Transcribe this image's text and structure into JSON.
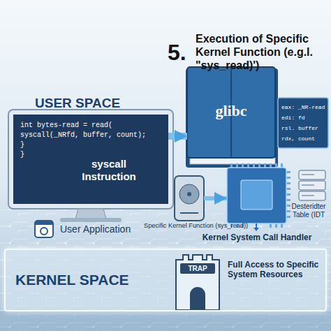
{
  "diagram": {
    "title": "Execution of Specific Kernel Function (e.g.l. \"sys_read)')",
    "nodes": [
      {
        "text": [
          "int bytes-read = read(",
          "syscall(_NRfd, buffer, count);",
          "}",
          "}",
          "syscall Instruction"
        ]
      },
      {
        "text": [
          "glibc"
        ]
      },
      {
        "text": [
          "eax: _NR-read",
          "edi: fd",
          "rsl. buffer",
          "rdx, count"
        ]
      },
      {
        "text": [
          "Specific Kernel Function (sys_read))"
        ]
      },
      {
        "text": [
          "Kernel System Call Handler"
        ]
      },
      {
        "text": [
          "Desteridter Table (IDT"
        ]
      },
      {
        "text": [
          "KERNEL SPACE",
          "Full Access to Specific System Resources"
        ]
      },
      {
        "text": [
          "TRAP"
        ],
        "in": 6
      }
    ],
    "edges": [
      {
        "from": 0,
        "to": 1,
        "arrow": "to"
      },
      {
        "from": 3,
        "to": 4,
        "arrow": "to"
      }
    ],
    "labels": [
      "5.",
      "USER SPACE",
      "User Application"
    ]
  }
}
